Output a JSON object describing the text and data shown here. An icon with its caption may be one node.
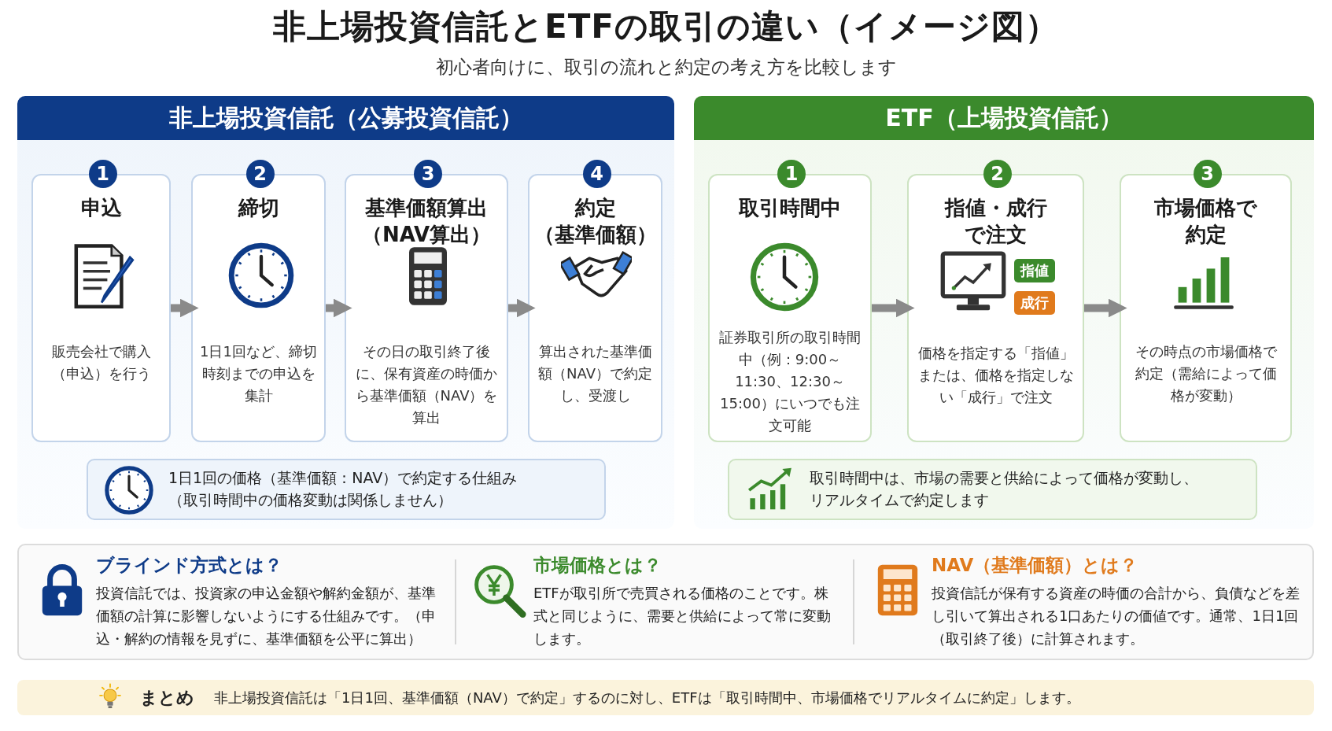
{
  "diagram": {
    "title": "非上場投資信託とETFの取引の違い（イメージ図）",
    "nodes": [
      {
        "text": [
          "非上場投資信託（公募投資信託）"
        ]
      },
      {
        "text": [
          "申込",
          "販売会社で購入（申込）を行う"
        ],
        "in": 0,
        "beside": [
          "1"
        ]
      },
      {
        "text": [
          "締切",
          "1日1回など、締切時刻までの申込を集計"
        ],
        "in": 0,
        "beside": [
          "2"
        ]
      },
      {
        "text": [
          "基準価額算出（NAV算出）",
          "その日の取引終了後に、保有資産の時価から基準価額（NAV）を算出"
        ],
        "in": 0,
        "beside": [
          "3"
        ]
      },
      {
        "text": [
          "約定（基準価額）",
          "算出された基準価額（NAV）で約定し、受渡し"
        ],
        "in": 0,
        "beside": [
          "4"
        ]
      },
      {
        "text": [
          "1日1回の価格（基準価額：NAV）で約定する仕組み（取引時間中の価格変動は関係しません）"
        ],
        "in": 0
      },
      {
        "text": [
          "ETF（上場投資信託）"
        ]
      },
      {
        "text": [
          "取引時間中",
          "証券取引所の取引時間中（例：9:00～11:30、12:30～15:00）にいつでも注文可能"
        ],
        "in": 6,
        "beside": [
          "1"
        ]
      },
      {
        "text": [
          "指値・成行で注文",
          "価格を指定する「指値」または、価格を指定しない「成行」で注文"
        ],
        "in": 6,
        "beside": [
          "2"
        ]
      },
      {
        "text": [
          "指値"
        ],
        "in": 8
      },
      {
        "text": [
          "成行"
        ],
        "in": 8
      },
      {
        "text": [
          "市場価格で約定",
          "その時点の市場価格で約定（需給によって価格が変動）"
        ],
        "in": 6,
        "beside": [
          "3"
        ]
      },
      {
        "text": [
          "取引時間中は、市場の需要と供給によって価格が変動し、リアルタイムで約定します"
        ],
        "in": 6
      },
      {
        "text": [
          "まとめ",
          "非上場投資信託は「1日1回、基準価額（NAV）で約定」するのに対し、ETFは「取引時間中、市場価格でリアルタイムに約定」します。"
        ]
      }
    ],
    "edges": [
      {
        "from": 1,
        "to": 2,
        "arrow": "to"
      },
      {
        "from": 2,
        "to": 3,
        "arrow": "to"
      },
      {
        "from": 3,
        "to": 4,
        "arrow": "to"
      },
      {
        "from": 7,
        "to": 8,
        "arrow": "to"
      },
      {
        "from": 8,
        "to": 11,
        "arrow": "to"
      }
    ],
    "labels": [
      "初心者向けに、取引の流れと約定の考え方を比較します",
      "ブラインド方式とは？",
      "投資信託では、投資家の申込金額や解約金額が、基準価額の計算に影響しないようにする仕組みです。（申込・解約の情報を見ずに、基準価額を公平に算出）",
      "市場価格とは？",
      "ETFが取引所で売買される価格のことです。株式と同じように、需要と供給によって常に変動します。",
      "NAV（基準価額）とは？",
      "投資信託が保有する資産の時価の合計から、負債などを差し引いて算出される1口あたりの価値です。通常、1日1回（取引終了後）に計算されます。"
    ]
  }
}
